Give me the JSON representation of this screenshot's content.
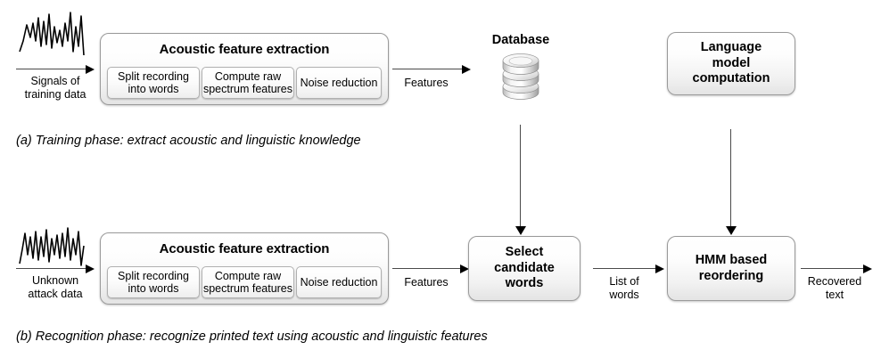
{
  "diagram": {
    "title_a": "(a) Training phase: extract acoustic and linguistic knowledge",
    "title_b": "(b) Recognition phase: recognize printed text using acoustic and linguistic features"
  },
  "training": {
    "input_label_line1": "Signals of",
    "input_label_line2": "training data",
    "waveform_icon": "audio-waveform-icon",
    "afe": {
      "title": "Acoustic feature extraction",
      "steps": [
        {
          "line1": "Split recording",
          "line2": "into words"
        },
        {
          "line1": "Compute raw",
          "line2": "spectrum features"
        },
        {
          "line1": "Noise reduction",
          "line2": ""
        }
      ]
    },
    "features_label": "Features",
    "database": {
      "label": "Database",
      "icon": "database-cylinder-icon"
    },
    "language_model": {
      "line1": "Language",
      "line2": "model",
      "line3": "computation"
    }
  },
  "recognition": {
    "input_label_line1": "Unknown",
    "input_label_line2": "attack data",
    "waveform_icon": "audio-waveform-icon",
    "afe": {
      "title": "Acoustic feature extraction",
      "steps": [
        {
          "line1": "Split recording",
          "line2": "into words"
        },
        {
          "line1": "Compute raw",
          "line2": "spectrum features"
        },
        {
          "line1": "Noise reduction",
          "line2": ""
        }
      ]
    },
    "features_label": "Features",
    "select_candidate": {
      "line1": "Select",
      "line2": "candidate",
      "line3": "words"
    },
    "list_of_words_line1": "List of",
    "list_of_words_line2": "words",
    "hmm": {
      "line1": "HMM based",
      "line2": "reordering"
    },
    "recovered_line1": "Recovered",
    "recovered_line2": "text"
  },
  "colors": {
    "box_border": "#9a9a9a",
    "arrow": "#000000",
    "text": "#000000",
    "background": "#ffffff"
  }
}
